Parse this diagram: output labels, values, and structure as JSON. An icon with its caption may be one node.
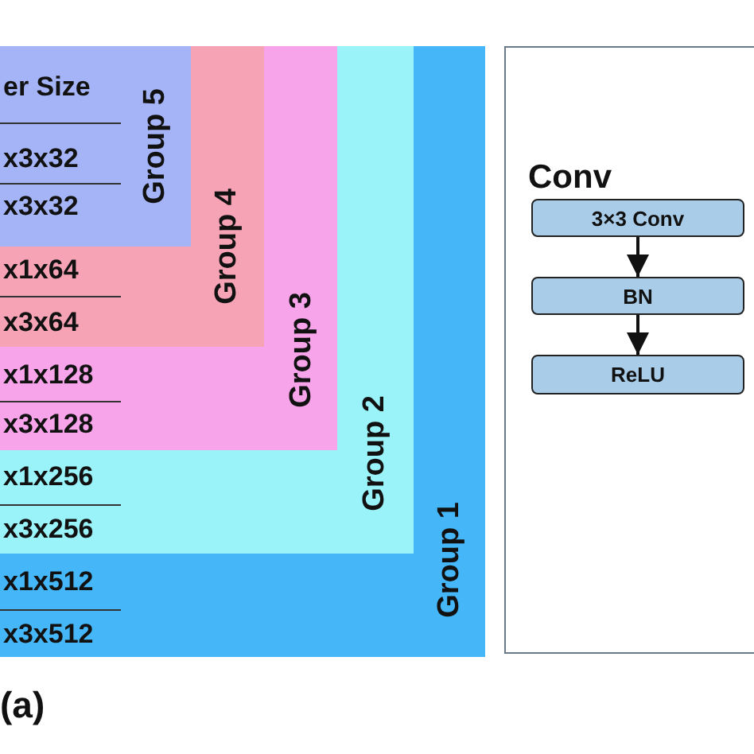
{
  "diagram": {
    "caption": "(a)",
    "nodes": [
      {
        "text": [
          "Group 1",
          "x1x512",
          "x3x512"
        ]
      },
      {
        "text": [
          "Group 2",
          "x1x256",
          "x3x256"
        ],
        "in": 0
      },
      {
        "text": [
          "Group 3",
          "x1x128",
          "x3x128"
        ],
        "in": 1
      },
      {
        "text": [
          "Group 4",
          "x1x64",
          "x3x64"
        ],
        "in": 2
      },
      {
        "text": [
          "Group 5",
          "er Size",
          "x3x32",
          "x3x32"
        ],
        "in": 3
      },
      {
        "text": [
          "Conv"
        ]
      },
      {
        "text": [
          "3×3 Conv"
        ],
        "in": 5
      },
      {
        "text": [
          "BN"
        ],
        "in": 5
      },
      {
        "text": [
          "ReLU"
        ],
        "in": 5
      }
    ],
    "edges": [
      {
        "from": 6,
        "to": 7,
        "arrow": "to"
      },
      {
        "from": 7,
        "to": 8,
        "arrow": "to"
      }
    ]
  }
}
